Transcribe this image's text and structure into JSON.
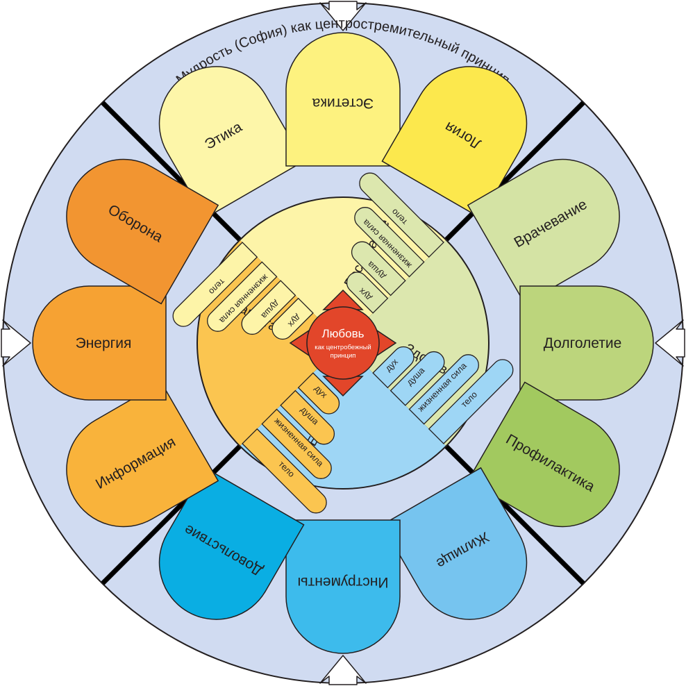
{
  "title": "Мудрость (София) как центростремительный принцип",
  "center": {
    "title": "Любовь",
    "subtitle_line1": "как центробежный",
    "subtitle_line2": "принцип",
    "color": "#e2462a"
  },
  "colors": {
    "outer_ring": "#d0dbf1",
    "outline": "#231f20"
  },
  "petals": [
    {
      "label": "Этика",
      "color": "#fdf6a9"
    },
    {
      "label": "Эстетика",
      "color": "#fdf27f"
    },
    {
      "label": "Логия",
      "color": "#fce84d"
    },
    {
      "label": "Врачевание",
      "color": "#d4e3a4"
    },
    {
      "label": "Долголетие",
      "color": "#bcd57c"
    },
    {
      "label": "Профилактика",
      "color": "#a2c95f"
    },
    {
      "label": "Жилище",
      "color": "#76c4ef"
    },
    {
      "label": "Инструменты",
      "color": "#3dbbec"
    },
    {
      "label": "Довольствие",
      "color": "#0aaee3"
    },
    {
      "label": "Информация",
      "color": "#f9b33b"
    },
    {
      "label": "Энергия",
      "color": "#f6a233"
    },
    {
      "label": "Оборона",
      "color": "#f29531"
    }
  ],
  "sectors": [
    {
      "label": "Воспитание",
      "color": "#fdf4a8"
    },
    {
      "label": "Здоровье",
      "color": "#dce7ae"
    },
    {
      "label": "Быт",
      "color": "#9ed6f5"
    },
    {
      "label": "Защита",
      "color": "#fbc550"
    }
  ],
  "layers": [
    "тело",
    "жизненная сила",
    "душа",
    "дух"
  ]
}
